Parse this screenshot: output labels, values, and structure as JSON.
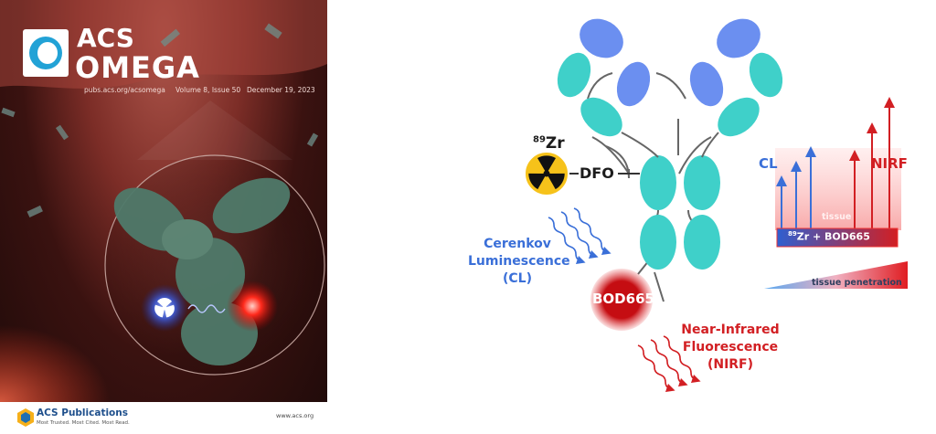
{
  "cover": {
    "logo_line1": "ACS",
    "logo_line2": "OMEGA",
    "url": "pubs.acs.org/acsomega",
    "issue": "Volume 8, Issue 50",
    "date": "December 19, 2023",
    "publisher": "ACS Publications",
    "publisher_tagline": "Most Trusted. Most Cited. Most Read.",
    "site": "www.acs.org"
  },
  "diagram": {
    "isotope_mass": "89",
    "isotope_symbol": "Zr",
    "chelator": "DFO",
    "dye": "BOD665",
    "cerenkov_line1": "Cerenkov",
    "cerenkov_line2": "Luminescence",
    "cerenkov_line3": "(CL)",
    "nirf_line1": "Near-Infrared",
    "nirf_line2": "Fluorescence",
    "nirf_line3": "(NIRF)",
    "inset_cl": "CL",
    "inset_nirf": "NIRF",
    "inset_tissue": "tissue",
    "inset_probe_mass": "89",
    "inset_probe_rest": "Zr + BOD665",
    "tissue_penetration": "tissue penetration"
  },
  "colors": {
    "blue": "#3a6fd8",
    "red": "#d21f23",
    "antibody_teal": "#3fd0c9",
    "antibody_blue": "#6b8ff0",
    "cover_dark": "#2a0d0c"
  }
}
